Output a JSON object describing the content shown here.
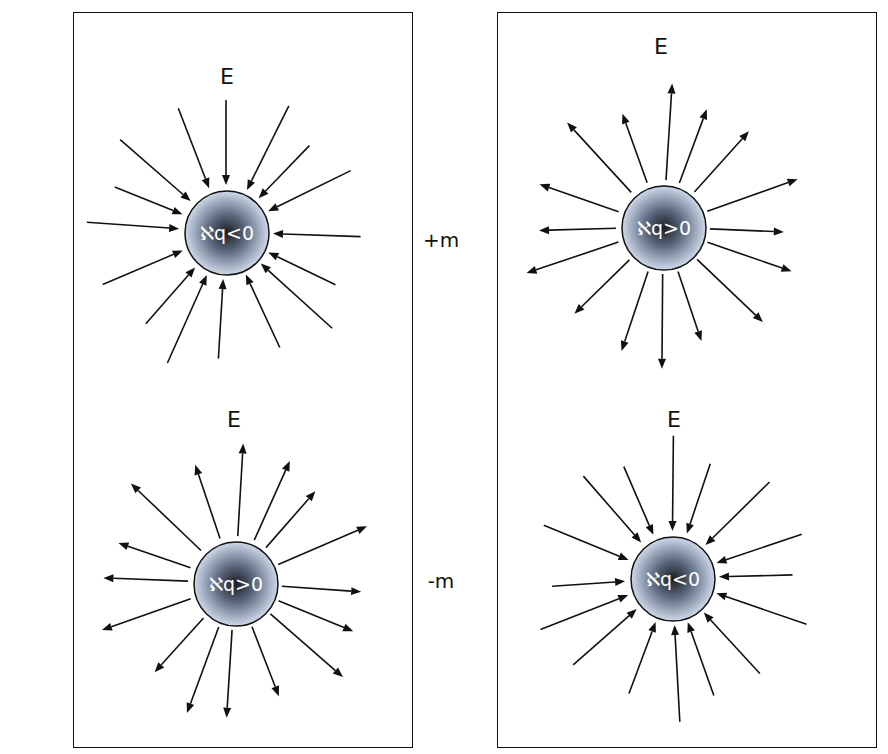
{
  "diagram": {
    "nodes": [
      {
        "text": [
          "E",
          "E"
        ]
      },
      {
        "text": [
          "ℵq<0"
        ],
        "in": 0
      },
      {
        "text": [
          "ℵq>0"
        ],
        "in": 0
      },
      {
        "text": [
          "E",
          "E"
        ]
      },
      {
        "text": [
          "ℵq>0"
        ],
        "in": 3
      },
      {
        "text": [
          "ℵq<0"
        ],
        "in": 3
      }
    ],
    "labels": [
      "+m",
      "-m"
    ]
  }
}
